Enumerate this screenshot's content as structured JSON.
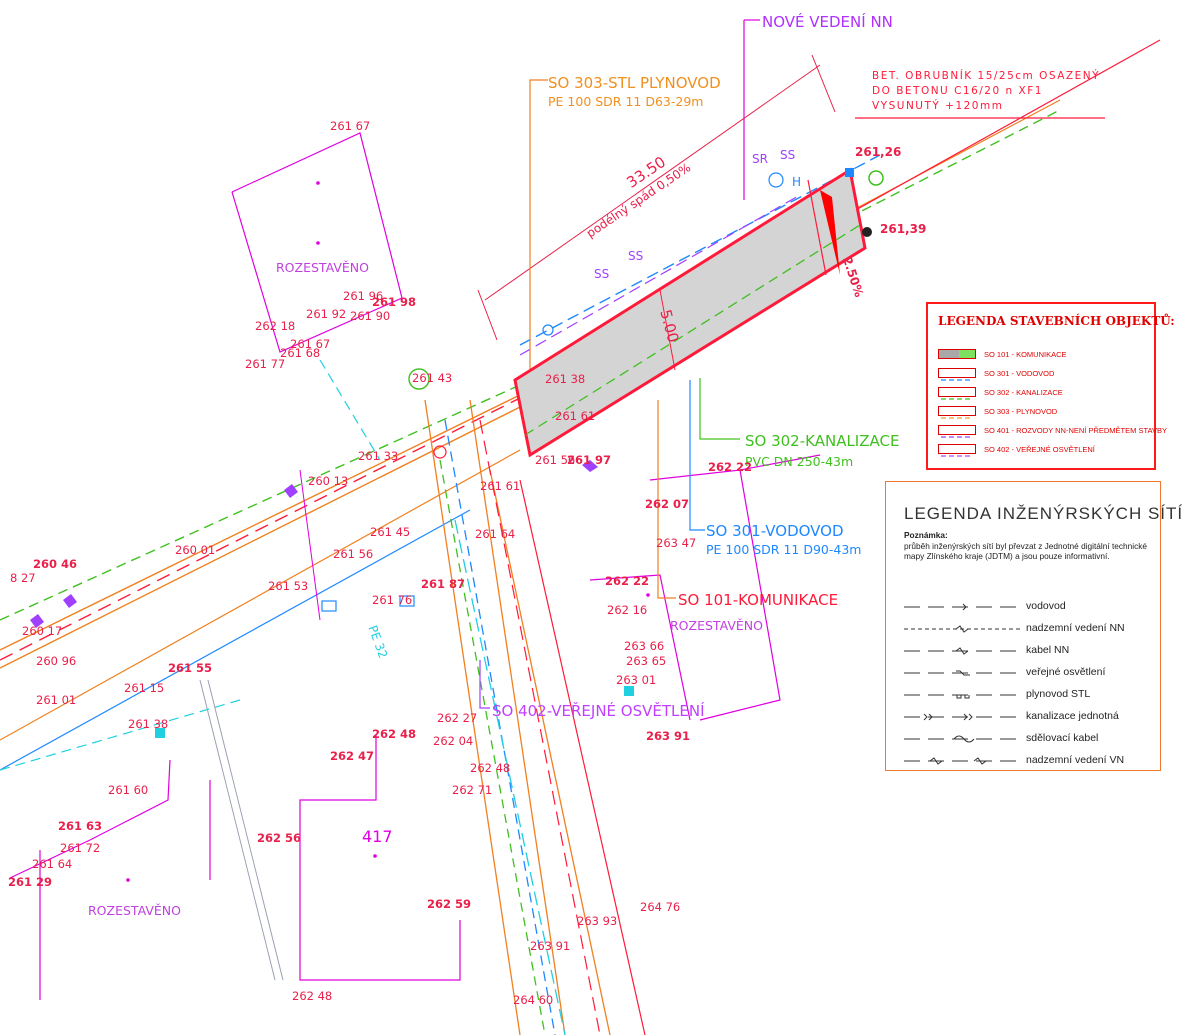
{
  "callouts": {
    "nn": "NOVÉ VEDENÍ NN",
    "gas_title": "SO 303-STL PLYNOVOD",
    "gas_sub": "PE 100 SDR 11 D63-29m",
    "curb1": "BET. OBRUBNÍK 15/25cm OSAZENÝ",
    "curb2": "DO BETONU C16/20 n XF1",
    "curb3": "VYSUNUTÝ +120mm",
    "sewer_title": "SO 302-KANALIZACE",
    "sewer_sub": "PVC DN 250-43m",
    "water_title": "SO 301-VODOVOD",
    "water_sub": "PE 100 SDR 11 D90-43m",
    "road_title": "SO 101-KOMUNIKACE",
    "light_title": "SO 402-VEŘEJNÉ OSVĚTLENÍ"
  },
  "dims": {
    "length": "33.50",
    "slope_long": "podélný spád 0,50%",
    "width": "5.00",
    "cross_slope": "2.50%",
    "elev_top": "261,26",
    "elev_right": "261,39"
  },
  "areas": {
    "built_1": "ROZESTAVĚNO",
    "built_2": "ROZESTAVĚNO",
    "built_3": "ROZESTAVĚNO",
    "parcel": "417",
    "pe32": "PE 32"
  },
  "symbols": {
    "sr": "SR",
    "ss1": "SS",
    "ss2": "SS",
    "ss3": "SS",
    "h": "H"
  },
  "spot_heights": [
    "261 67",
    "261 96",
    "261 98",
    "261 92",
    "261 90",
    "262 18",
    "261 67",
    "261 68",
    "261 77",
    "261 43",
    "261 38",
    "261 61",
    "261 33",
    "260 13",
    "260 01",
    "261 45",
    "261 56",
    "261 87",
    "261 76",
    "261 64",
    "261 61",
    "261 53",
    "260 96",
    "261 01",
    "261 15",
    "261 38",
    "262 47",
    "262 48",
    "262 56",
    "262 59",
    "262 48",
    "261 60",
    "261 63",
    "261 72",
    "261 64",
    "261 29",
    "262 27",
    "262 04",
    "262 48",
    "262 71",
    "263 93",
    "264 76",
    "263 91",
    "264 60",
    "262 22",
    "262 07",
    "263 47",
    "262 22",
    "262 16",
    "263 66",
    "263 65",
    "263 01",
    "263 91",
    "261 56",
    "261 97",
    "417",
    "8 27",
    "260 46",
    "260 17",
    "261 55"
  ],
  "legend_objects": {
    "title": "LEGENDA STAVEBNÍCH OBJEKTŮ:",
    "items": [
      "SO 101 - KOMUNIKACE",
      "SO 301 - VODOVOD",
      "SO 302 - KANALIZACE",
      "SO 303 - PLYNOVOD",
      "SO 401 - ROZVODY NN-NENÍ PŘEDMĚTEM STAVBY",
      "SO 402 - VEŘEJNÉ OSVĚTLENÍ"
    ]
  },
  "legend_networks": {
    "title": "LEGENDA INŽENÝRSKÝCH SÍTÍ",
    "note_head": "Poznámka:",
    "note_text": "průběh inženýrských sítí byl převzat z Jednotné digitální technické mapy Zlínského kraje (JDTM) a jsou pouze informativní.",
    "items": [
      "vodovod",
      "nadzemní vedení NN",
      "kabel NN",
      "veřejné osvětlení",
      "plynovod   STL",
      "kanalizace jednotná",
      "sdělovací kabel",
      "nadzemní vedení VN"
    ]
  },
  "colors": {
    "red": "#ff1a3a",
    "magenta": "#e000e0",
    "orange": "#f08020",
    "green": "#40c020",
    "blue": "#1e88ff",
    "cyan": "#20d0e0",
    "violet": "#a040ff",
    "road_fill": "#d4d4d4"
  }
}
